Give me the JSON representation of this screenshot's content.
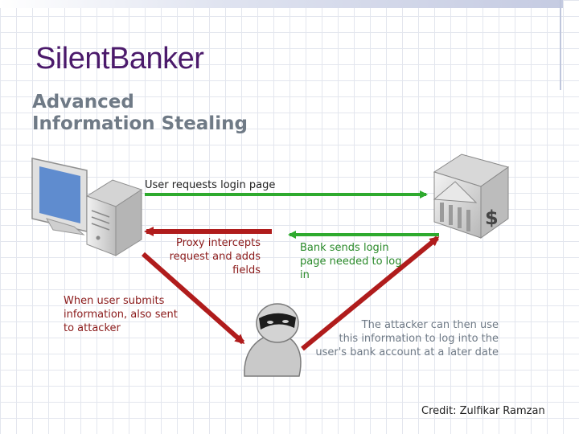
{
  "slide": {
    "title": "SilentBanker",
    "subtitle": [
      "Advanced",
      "Information Stealing"
    ],
    "credit": "Credit: Zulfikar Ramzan"
  },
  "diagram": {
    "nodes": [
      {
        "id": "user",
        "icon": "computer-icon"
      },
      {
        "id": "bank",
        "icon": "bank-icon",
        "symbol": "$"
      },
      {
        "id": "attacker",
        "icon": "attacker-icon"
      }
    ],
    "flows": [
      {
        "id": "request",
        "from": "user",
        "to": "bank",
        "color": "#2eaa2e",
        "label": [
          "User requests login page"
        ]
      },
      {
        "id": "bank-response",
        "from": "bank",
        "to": "user",
        "color": "#2eaa2e",
        "label": [
          "Bank sends login",
          "page needed to log",
          "in"
        ]
      },
      {
        "id": "proxy",
        "from": "proxy",
        "to": "user",
        "color": "#b01c1c",
        "label": [
          "Proxy intercepts",
          "request and adds",
          "fields"
        ]
      },
      {
        "id": "submit",
        "from": "user",
        "to": "attacker",
        "color": "#b01c1c",
        "label": [
          "When user submits",
          "information, also sent",
          "to attacker"
        ]
      },
      {
        "id": "attacker-login",
        "from": "attacker",
        "to": "bank",
        "color": "#b01c1c",
        "label": [
          "The attacker can then use",
          "this information to log into the",
          "user's bank account at a later date"
        ]
      }
    ]
  },
  "colors": {
    "title": "#4b1a6b",
    "subtitle": "#6f7a86",
    "green_arrow": "#2eaa2e",
    "red_arrow": "#b01c1c"
  }
}
